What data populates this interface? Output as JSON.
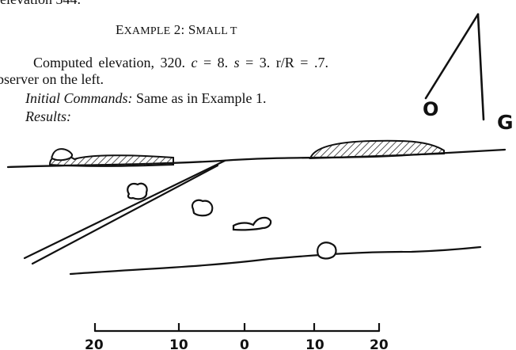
{
  "running_text": "elevation 344.",
  "heading": {
    "prefix_large": "E",
    "prefix_small": "XAMPLE",
    "middle": " 2: ",
    "suffix_large": "S",
    "suffix_small": "MALL T"
  },
  "paragraph": {
    "line1": {
      "part1": "Computed elevation, 320.",
      "c_var": "c",
      "part2": " = 8. ",
      "s_var": "s",
      "part3": " = 3. r/R = .7."
    },
    "line2": "bserver on the left.",
    "initial_commands_label": "Initial Commands:",
    "initial_commands_text": " Same as in Example 1.",
    "results_label": "Results:"
  },
  "diagram_labels": {
    "observer": "O",
    "target": "G"
  },
  "scale": {
    "labels": [
      "20",
      "10",
      "0",
      "10",
      "20"
    ]
  }
}
